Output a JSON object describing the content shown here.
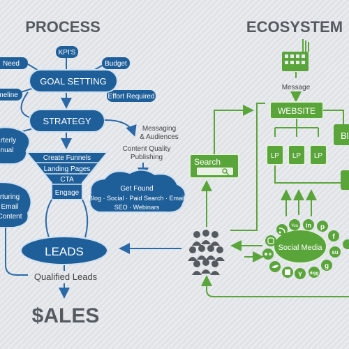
{
  "process": {
    "title": "PROCESS",
    "goal_setting": "GOAL SETTING",
    "kpis": "KPI'S",
    "need": "Need",
    "budget": "Budget",
    "timeline": "imeline",
    "effort_required": "Effort Required",
    "strategy": "STRATEGY",
    "messaging_line1": "Messaging",
    "messaging_line2": "& Audiences",
    "content_quality_line1": "Content Quality",
    "content_quality_line2": "Publishing",
    "quarterly_line1": "rterly",
    "quarterly_line2": "nual",
    "funnel_create": "Create Funnels",
    "funnel_landing": "Landing Pages",
    "funnel_cta": "CTA",
    "funnel_engage": "Engage",
    "nurturing_line1": "rturing",
    "nurturing_line2": "Email",
    "nurturing_line3": "Content",
    "get_found_line1": "Get Found",
    "get_found_line2": "Blog · Social · Paid Search · Email",
    "get_found_line3": "SEO · Webinars",
    "leads": "LEADS",
    "qualified_leads": "Qualified Leads",
    "sales": "$ALES"
  },
  "ecosystem": {
    "title": "ECOSYSTEM",
    "message": "Message",
    "website": "WEBSITE",
    "lp1": "LP",
    "lp2": "LP",
    "lp3": "LP",
    "bl_partial": "Bl",
    "search": "Search",
    "social_media": "Social Media"
  },
  "colors": {
    "blue": "#1f5f99",
    "green": "#5aa53a",
    "gray": "#555a60"
  }
}
